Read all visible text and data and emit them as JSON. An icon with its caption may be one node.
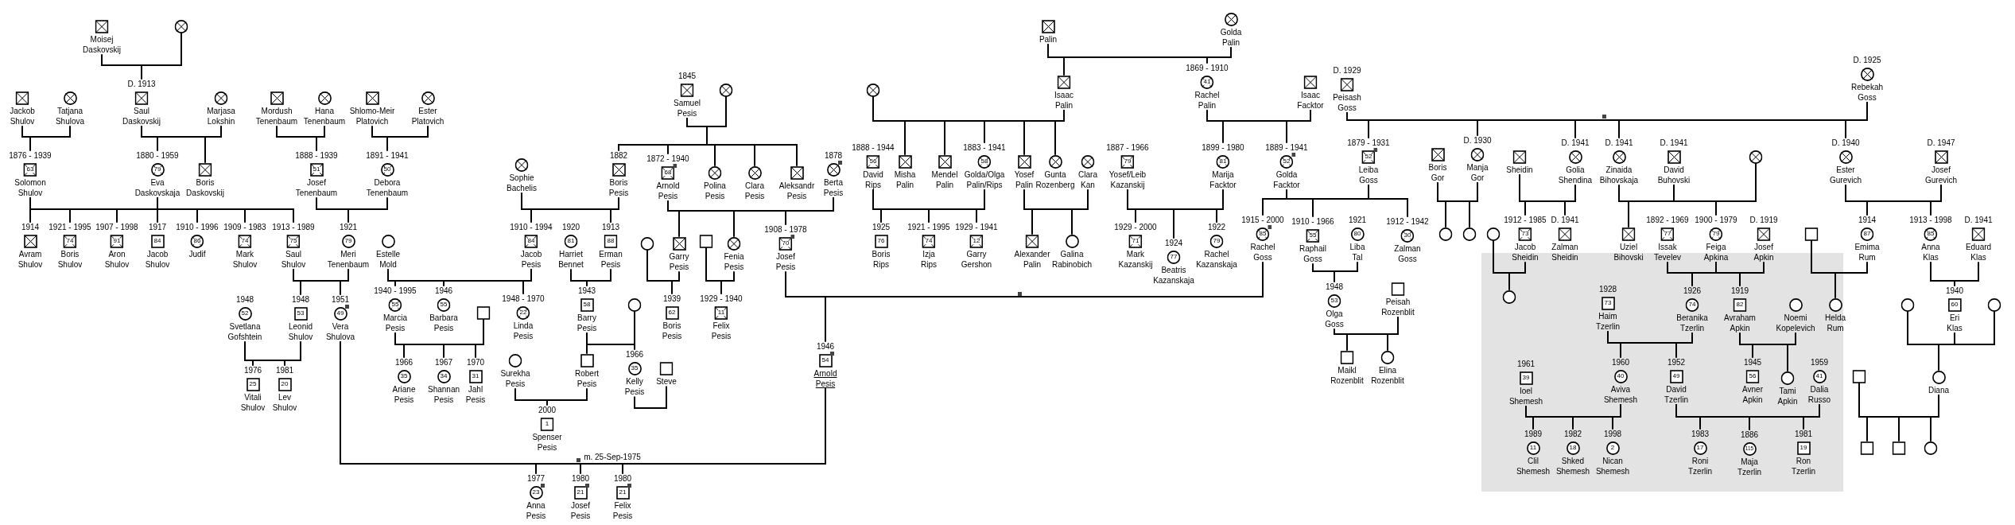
{
  "diagram": {
    "nodes": [
      {
        "text": [
          "Moisej Daskovskij"
        ]
      },
      {
        "text": [],
        "shape": "circle"
      },
      {
        "text": [
          "Palin"
        ]
      },
      {
        "text": [
          "Golda Palin"
        ]
      },
      {
        "text": [
          "Jackob Shulov"
        ]
      },
      {
        "text": [
          "Tatjana Shulova"
        ]
      },
      {
        "text": [
          "Saul Daskovskij"
        ],
        "beside": [
          "D. 1913"
        ]
      },
      {
        "text": [
          "Marjasa Lokshin"
        ]
      },
      {
        "text": [
          "Mordush Tenenbaum"
        ]
      },
      {
        "text": [
          "Hana Tenenbaum"
        ]
      },
      {
        "text": [
          "Shlomo-Meir Platovich"
        ]
      },
      {
        "text": [
          "Ester Platovich"
        ]
      },
      {
        "text": [
          "Samuel Pesis"
        ],
        "beside": [
          "1845"
        ]
      },
      {
        "text": [],
        "shape": "circle"
      },
      {
        "text": [],
        "shape": "circle"
      },
      {
        "text": [
          "Isaac Palin"
        ]
      },
      {
        "text": [
          "41",
          "Rachel Palin"
        ],
        "beside": [
          "1869 - 1910"
        ]
      },
      {
        "text": [
          "Isaac Facktor"
        ]
      },
      {
        "text": [
          "Peisash Goss"
        ],
        "beside": [
          "D. 1929"
        ]
      },
      {
        "text": [
          "Rebekah Goss"
        ],
        "beside": [
          "D. 1925"
        ]
      },
      {
        "text": [
          "63",
          "Solomon Shulov"
        ],
        "beside": [
          "1876 - 1939"
        ]
      },
      {
        "text": [
          "79",
          "Eva Daskovskaja"
        ],
        "beside": [
          "1880 - 1959"
        ]
      },
      {
        "text": [
          "Boris Daskovskij"
        ]
      },
      {
        "text": [
          "51",
          "Josef Tenenbaum"
        ],
        "beside": [
          "1888 - 1939"
        ]
      },
      {
        "text": [
          "50",
          "Debora Tenenbaum"
        ],
        "beside": [
          "1891 - 1941"
        ]
      },
      {
        "text": [
          "Sophie Bachelis"
        ]
      },
      {
        "text": [
          "Boris Pesis"
        ],
        "beside": [
          "1882"
        ]
      },
      {
        "text": [
          "68",
          "Arnold Pesis"
        ],
        "beside": [
          "1872 - 1940"
        ]
      },
      {
        "text": [
          "Polina Pesis"
        ]
      },
      {
        "text": [
          "Clara Pesis"
        ]
      },
      {
        "text": [
          "Aleksandr Pesis"
        ]
      },
      {
        "text": [
          "Berta Pesis"
        ],
        "beside": [
          "1878"
        ]
      },
      {
        "text": [
          "56",
          "David Rips"
        ],
        "beside": [
          "1888 - 1944"
        ]
      },
      {
        "text": [
          "Misha Palin"
        ]
      },
      {
        "text": [
          "Mendel Palin"
        ]
      },
      {
        "text": [
          "58",
          "Golda/Olga Palin/Rips"
        ],
        "beside": [
          "1883 - 1941"
        ]
      },
      {
        "text": [
          "Yosef Palin"
        ]
      },
      {
        "text": [
          "Gunta Rozenberg"
        ]
      },
      {
        "text": [
          "Clara Kan"
        ]
      },
      {
        "text": [
          "79",
          "Yosef/Leib Kazanskij"
        ],
        "beside": [
          "1887 - 1966"
        ]
      },
      {
        "text": [
          "81",
          "Marija Facktor"
        ],
        "beside": [
          "1899 - 1980"
        ]
      },
      {
        "text": [
          "52",
          "Golda Facktor"
        ],
        "beside": [
          "1889 - 1941"
        ]
      },
      {
        "text": [
          "52",
          "Leiba Goss"
        ],
        "beside": [
          "1879 - 1931"
        ]
      },
      {
        "text": [
          "Boris Gor"
        ]
      },
      {
        "text": [
          "Manja Gor"
        ],
        "beside": [
          "D. 1930"
        ]
      },
      {
        "text": [
          "Sheidin"
        ]
      },
      {
        "text": [
          "Golia Shendina"
        ],
        "beside": [
          "D. 1941"
        ]
      },
      {
        "text": [
          "Zinaida Bihovskaja"
        ],
        "beside": [
          "D. 1941"
        ]
      },
      {
        "text": [
          "David Buhovski"
        ],
        "beside": [
          "D. 1941"
        ]
      },
      {
        "text": [],
        "shape": "circle"
      },
      {
        "text": [
          "Ester Gurevich"
        ],
        "beside": [
          "D. 1940"
        ]
      },
      {
        "text": [
          "Josef Gurevich"
        ],
        "beside": [
          "D. 1947"
        ]
      },
      {
        "text": [
          "Avram Shulov"
        ],
        "beside": [
          "1914"
        ]
      },
      {
        "text": [
          "74",
          "Boris Shulov"
        ],
        "beside": [
          "1921 - 1995"
        ]
      },
      {
        "text": [
          "91",
          "Aron Shulov"
        ],
        "beside": [
          "1907 - 1998"
        ]
      },
      {
        "text": [
          "84",
          "Jacob Shulov"
        ],
        "beside": [
          "1917"
        ]
      },
      {
        "text": [
          "86",
          "Judif"
        ],
        "beside": [
          "1910 - 1996"
        ]
      },
      {
        "text": [
          "74",
          "Mark Shulov"
        ],
        "beside": [
          "1909 - 1983"
        ]
      },
      {
        "text": [
          "75",
          "Saul Shulov"
        ],
        "beside": [
          "1913 - 1989"
        ]
      },
      {
        "text": [
          "79",
          "Meri Tenenbaum"
        ],
        "beside": [
          "1921"
        ]
      },
      {
        "text": [
          "Estelle Mold"
        ]
      },
      {
        "text": [
          "84",
          "Jacob Pesis"
        ],
        "beside": [
          "1910 - 1994"
        ]
      },
      {
        "text": [
          "81",
          "Harriet Bennet"
        ],
        "beside": [
          "1920"
        ]
      },
      {
        "text": [
          "88",
          "Erman Pesis"
        ],
        "beside": [
          "1913"
        ]
      },
      {
        "text": [],
        "shape": "circle"
      },
      {
        "text": [
          "Garry Pesis"
        ]
      },
      {
        "text": [],
        "shape": "box"
      },
      {
        "text": [
          "Fenia Pesis"
        ]
      },
      {
        "text": [
          "70",
          "Josef Pesis"
        ],
        "beside": [
          "1908 - 1978"
        ]
      },
      {
        "text": [
          "76",
          "Boris Rips"
        ],
        "beside": [
          "1925"
        ]
      },
      {
        "text": [
          "74",
          "Izja Rips"
        ],
        "beside": [
          "1921 - 1995"
        ]
      },
      {
        "text": [
          "12",
          "Garry Gershon"
        ],
        "beside": [
          "1929 - 1941"
        ]
      },
      {
        "text": [
          "Alexander Palin"
        ]
      },
      {
        "text": [
          "Galina Rabinobich"
        ]
      },
      {
        "text": [
          "71",
          "Mark Kazanskij"
        ],
        "beside": [
          "1929 - 2000"
        ]
      },
      {
        "text": [
          "77",
          "Beatris Kazanskaja"
        ],
        "beside": [
          "1924"
        ]
      },
      {
        "text": [
          "79",
          "Rachel Kazanskaja"
        ],
        "beside": [
          "1922"
        ]
      },
      {
        "text": [
          "85",
          "Rachel Goss"
        ],
        "beside": [
          "1915 - 2000"
        ]
      },
      {
        "text": [
          "55",
          "Raphail Goss"
        ],
        "beside": [
          "1910 - 1966"
        ]
      },
      {
        "text": [
          "80",
          "Liba Tal"
        ],
        "beside": [
          "1921"
        ]
      },
      {
        "text": [
          "30",
          "Zalman Goss"
        ],
        "beside": [
          "1912 - 1942"
        ]
      },
      {
        "text": [],
        "shape": "circle"
      },
      {
        "text": [],
        "shape": "circle"
      },
      {
        "text": [],
        "shape": "circle"
      },
      {
        "text": [
          "73",
          "Jacob Sheidin"
        ],
        "beside": [
          "1912 - 1985"
        ]
      },
      {
        "text": [
          "Zalman Sheidin"
        ],
        "beside": [
          "D. 1941"
        ]
      },
      {
        "text": [
          "Uziel Bihovski"
        ]
      },
      {
        "text": [
          "77",
          "Issak Tevelev"
        ],
        "beside": [
          "1892 - 1969"
        ]
      },
      {
        "text": [
          "79",
          "Feiga Apkina"
        ],
        "beside": [
          "1900 - 1979"
        ]
      },
      {
        "text": [
          "Josef Apkin"
        ],
        "beside": [
          "D. 1919"
        ]
      },
      {
        "text": [],
        "shape": "box"
      },
      {
        "text": [
          "87",
          "Emima Rum"
        ],
        "beside": [
          "1914"
        ]
      },
      {
        "text": [
          "85",
          "Anna Klas"
        ],
        "beside": [
          "1913 - 1998"
        ]
      },
      {
        "text": [
          "Eduard Klas"
        ],
        "beside": [
          "D. 1941"
        ]
      },
      {
        "text": [
          "52",
          "Svetlana Gofshtein"
        ],
        "beside": [
          "1948"
        ]
      },
      {
        "text": [
          "53",
          "Leonid Shulov"
        ],
        "beside": [
          "1948"
        ]
      },
      {
        "text": [
          "49",
          "Vera Shulova"
        ],
        "beside": [
          "1951"
        ]
      },
      {
        "text": [
          "55",
          "Marcia Pesis"
        ],
        "beside": [
          "1940 - 1995"
        ]
      },
      {
        "text": [
          "55",
          "Barbara Pesis"
        ],
        "beside": [
          "1946"
        ]
      },
      {
        "text": [],
        "shape": "box"
      },
      {
        "text": [
          "22",
          "Linda Pesis"
        ],
        "beside": [
          "1948 - 1970"
        ]
      },
      {
        "text": [
          "58",
          "Barry Pesis"
        ],
        "beside": [
          "1943"
        ]
      },
      {
        "text": [],
        "shape": "circle"
      },
      {
        "text": [
          "62",
          "Boris Pesis"
        ],
        "beside": [
          "1939"
        ]
      },
      {
        "text": [
          "11",
          "Felix Pesis"
        ],
        "beside": [
          "1929 - 1940"
        ]
      },
      {
        "text": [
          "53",
          "Olga Goss"
        ],
        "beside": [
          "1948"
        ]
      },
      {
        "text": [
          "Peisah Rozenblit"
        ]
      },
      {
        "text": [],
        "shape": "circle"
      },
      {
        "text": [
          "73",
          "Haim Tzerlin"
        ],
        "beside": [
          "1928"
        ]
      },
      {
        "text": [
          "74",
          "Beranika Tzerlin"
        ],
        "beside": [
          "1926"
        ]
      },
      {
        "text": [
          "82",
          "Avraham Apkin"
        ],
        "beside": [
          "1919"
        ]
      },
      {
        "text": [
          "Noemi Kopelevich"
        ]
      },
      {
        "text": [
          "Helda Rum"
        ]
      },
      {
        "text": [],
        "shape": "circle"
      },
      {
        "text": [
          "60",
          "Eri Klas"
        ],
        "beside": [
          "1940"
        ]
      },
      {
        "text": [],
        "shape": "circle"
      },
      {
        "text": [
          "25",
          "Vitali Shulov"
        ],
        "beside": [
          "1976"
        ]
      },
      {
        "text": [
          "20",
          "Lev Shulov"
        ],
        "beside": [
          "1981"
        ]
      },
      {
        "text": [
          "35",
          "Ariane Pesis"
        ],
        "beside": [
          "1966"
        ]
      },
      {
        "text": [
          "34",
          "Shannan Pesis"
        ],
        "beside": [
          "1967"
        ]
      },
      {
        "text": [
          "31",
          "Jahl Pesis"
        ],
        "beside": [
          "1970"
        ]
      },
      {
        "text": [
          "Surekha Pesis"
        ]
      },
      {
        "text": [
          "Robert Pesis"
        ]
      },
      {
        "text": [
          "35",
          "Kelly Pesis"
        ],
        "beside": [
          "1966"
        ]
      },
      {
        "text": [
          "Steve"
        ]
      },
      {
        "text": [
          "54",
          "Arnold Pesis"
        ],
        "beside": [
          "1946"
        ]
      },
      {
        "text": [
          "Maikl Rozenblit"
        ]
      },
      {
        "text": [
          "Elina Rozenblit"
        ]
      },
      {
        "text": [
          "39",
          "Ioel Shemesh"
        ],
        "beside": [
          "1961"
        ]
      },
      {
        "text": [
          "40",
          "Aviva Shemesh"
        ],
        "beside": [
          "1960"
        ]
      },
      {
        "text": [
          "49",
          "David Tzerlin"
        ],
        "beside": [
          "1952"
        ]
      },
      {
        "text": [
          "56",
          "Avner Apkin"
        ],
        "beside": [
          "1945"
        ]
      },
      {
        "text": [
          "Tami Apkin"
        ]
      },
      {
        "text": [
          "41",
          "Dalia Russo"
        ],
        "beside": [
          "1959"
        ]
      },
      {
        "text": [],
        "shape": "box"
      },
      {
        "text": [
          "Diana"
        ]
      },
      {
        "text": [
          "1",
          "Spenser Pesis"
        ],
        "beside": [
          "2000"
        ]
      },
      {
        "text": [
          "11",
          "Clil Shemesh"
        ],
        "beside": [
          "1989"
        ]
      },
      {
        "text": [
          "18",
          "Shked Shemesh"
        ],
        "beside": [
          "1982"
        ]
      },
      {
        "text": [
          "2",
          "Nican Shemesh"
        ],
        "beside": [
          "1998"
        ]
      },
      {
        "text": [
          "17",
          "Roni Tzerlin"
        ],
        "beside": [
          "1983"
        ]
      },
      {
        "text": [
          "115",
          "Maja Tzerlin"
        ],
        "beside": [
          "1886"
        ]
      },
      {
        "text": [
          "19",
          "Ron Tzerlin"
        ],
        "beside": [
          "1981"
        ]
      },
      {
        "text": [],
        "shape": "box"
      },
      {
        "text": [],
        "shape": "box"
      },
      {
        "text": [],
        "shape": "circle"
      },
      {
        "text": [
          "23",
          "Anna Pesis"
        ],
        "beside": [
          "1977"
        ]
      },
      {
        "text": [
          "21",
          "Josef Pesis"
        ],
        "beside": [
          "1980"
        ]
      },
      {
        "text": [
          "21",
          "Felix Pesis"
        ],
        "beside": [
          "1980"
        ]
      }
    ],
    "edges": [
      {
        "from": 0,
        "to": 1,
        "arrow": "none"
      },
      {
        "from": 0,
        "to": 6,
        "arrow": "none"
      },
      {
        "from": 1,
        "to": 6,
        "arrow": "none"
      },
      {
        "from": 2,
        "to": 3,
        "arrow": "none"
      },
      {
        "from": 2,
        "to": 15,
        "arrow": "none"
      },
      {
        "from": 3,
        "to": 15,
        "arrow": "none"
      },
      {
        "from": 2,
        "to": 16,
        "arrow": "none"
      },
      {
        "from": 3,
        "to": 16,
        "arrow": "none"
      },
      {
        "from": 4,
        "to": 5,
        "arrow": "none"
      },
      {
        "from": 4,
        "to": 20,
        "arrow": "none"
      },
      {
        "from": 5,
        "to": 20,
        "arrow": "none"
      },
      {
        "from": 6,
        "to": 7,
        "arrow": "none"
      },
      {
        "from": 6,
        "to": 21,
        "arrow": "none"
      },
      {
        "from": 7,
        "to": 21,
        "arrow": "none"
      },
      {
        "from": 6,
        "to": 22,
        "arrow": "none"
      },
      {
        "from": 7,
        "to": 22,
        "arrow": "none"
      },
      {
        "from": 8,
        "to": 9,
        "arrow": "none"
      },
      {
        "from": 8,
        "to": 23,
        "arrow": "none"
      },
      {
        "from": 9,
        "to": 23,
        "arrow": "none"
      },
      {
        "from": 10,
        "to": 11,
        "arrow": "none"
      },
      {
        "from": 10,
        "to": 24,
        "arrow": "none"
      },
      {
        "from": 11,
        "to": 24,
        "arrow": "none"
      },
      {
        "from": 12,
        "to": 13,
        "arrow": "none"
      },
      {
        "from": 12,
        "to": 26,
        "arrow": "none"
      },
      {
        "from": 13,
        "to": 26,
        "arrow": "none"
      },
      {
        "from": 12,
        "to": 27,
        "arrow": "none"
      },
      {
        "from": 13,
        "to": 27,
        "arrow": "none"
      },
      {
        "from": 12,
        "to": 28,
        "arrow": "none"
      },
      {
        "from": 13,
        "to": 28,
        "arrow": "none"
      },
      {
        "from": 12,
        "to": 29,
        "arrow": "none"
      },
      {
        "from": 13,
        "to": 29,
        "arrow": "none"
      },
      {
        "from": 12,
        "to": 30,
        "arrow": "none"
      },
      {
        "from": 13,
        "to": 30,
        "arrow": "none"
      },
      {
        "from": 14,
        "to": 15,
        "arrow": "none"
      },
      {
        "from": 14,
        "to": 33,
        "arrow": "none"
      },
      {
        "from": 15,
        "to": 33,
        "arrow": "none"
      },
      {
        "from": 14,
        "to": 34,
        "arrow": "none"
      },
      {
        "from": 15,
        "to": 34,
        "arrow": "none"
      },
      {
        "from": 14,
        "to": 35,
        "arrow": "none"
      },
      {
        "from": 15,
        "to": 35,
        "arrow": "none"
      },
      {
        "from": 14,
        "to": 36,
        "arrow": "none"
      },
      {
        "from": 15,
        "to": 36,
        "arrow": "none"
      },
      {
        "from": 14,
        "to": 37,
        "arrow": "none"
      },
      {
        "from": 15,
        "to": 37,
        "arrow": "none"
      },
      {
        "from": 16,
        "to": 17,
        "arrow": "none"
      },
      {
        "from": 16,
        "to": 40,
        "arrow": "none"
      },
      {
        "from": 17,
        "to": 40,
        "arrow": "none"
      },
      {
        "from": 16,
        "to": 41,
        "arrow": "none"
      },
      {
        "from": 17,
        "to": 41,
        "arrow": "none"
      },
      {
        "from": 18,
        "to": 19,
        "arrow": "none"
      },
      {
        "from": 18,
        "to": 42,
        "arrow": "none"
      },
      {
        "from": 19,
        "to": 42,
        "arrow": "none"
      },
      {
        "from": 18,
        "to": 44,
        "arrow": "none"
      },
      {
        "from": 19,
        "to": 44,
        "arrow": "none"
      },
      {
        "from": 18,
        "to": 46,
        "arrow": "none"
      },
      {
        "from": 19,
        "to": 46,
        "arrow": "none"
      },
      {
        "from": 18,
        "to": 47,
        "arrow": "none"
      },
      {
        "from": 19,
        "to": 47,
        "arrow": "none"
      },
      {
        "from": 18,
        "to": 50,
        "arrow": "none"
      },
      {
        "from": 19,
        "to": 50,
        "arrow": "none"
      },
      {
        "from": 20,
        "to": 21,
        "arrow": "none"
      },
      {
        "from": 20,
        "to": 52,
        "arrow": "none"
      },
      {
        "from": 21,
        "to": 52,
        "arrow": "none"
      },
      {
        "from": 20,
        "to": 53,
        "arrow": "none"
      },
      {
        "from": 21,
        "to": 53,
        "arrow": "none"
      },
      {
        "from": 20,
        "to": 54,
        "arrow": "none"
      },
      {
        "from": 21,
        "to": 54,
        "arrow": "none"
      },
      {
        "from": 20,
        "to": 55,
        "arrow": "none"
      },
      {
        "from": 21,
        "to": 55,
        "arrow": "none"
      },
      {
        "from": 20,
        "to": 56,
        "arrow": "none"
      },
      {
        "from": 21,
        "to": 56,
        "arrow": "none"
      },
      {
        "from": 20,
        "to": 57,
        "arrow": "none"
      },
      {
        "from": 21,
        "to": 57,
        "arrow": "none"
      },
      {
        "from": 20,
        "to": 58,
        "arrow": "none"
      },
      {
        "from": 21,
        "to": 58,
        "arrow": "none"
      },
      {
        "from": 23,
        "to": 24,
        "arrow": "none"
      },
      {
        "from": 23,
        "to": 59,
        "arrow": "none"
      },
      {
        "from": 24,
        "to": 59,
        "arrow": "none"
      },
      {
        "from": 25,
        "to": 26,
        "arrow": "none"
      },
      {
        "from": 25,
        "to": 61,
        "arrow": "none"
      },
      {
        "from": 26,
        "to": 61,
        "arrow": "none"
      },
      {
        "from": 25,
        "to": 63,
        "arrow": "none"
      },
      {
        "from": 26,
        "to": 63,
        "arrow": "none"
      },
      {
        "from": 27,
        "to": 31,
        "arrow": "none"
      },
      {
        "from": 27,
        "to": 65,
        "arrow": "none"
      },
      {
        "from": 31,
        "to": 65,
        "arrow": "none"
      },
      {
        "from": 27,
        "to": 67,
        "arrow": "none"
      },
      {
        "from": 31,
        "to": 67,
        "arrow": "none"
      },
      {
        "from": 27,
        "to": 68,
        "arrow": "none"
      },
      {
        "from": 31,
        "to": 68,
        "arrow": "none"
      },
      {
        "from": 32,
        "to": 35,
        "arrow": "none"
      },
      {
        "from": 32,
        "to": 69,
        "arrow": "none"
      },
      {
        "from": 35,
        "to": 69,
        "arrow": "none"
      },
      {
        "from": 32,
        "to": 70,
        "arrow": "none"
      },
      {
        "from": 35,
        "to": 70,
        "arrow": "none"
      },
      {
        "from": 32,
        "to": 71,
        "arrow": "none"
      },
      {
        "from": 35,
        "to": 71,
        "arrow": "none"
      },
      {
        "from": 36,
        "to": 38,
        "arrow": "none"
      },
      {
        "from": 36,
        "to": 72,
        "arrow": "none"
      },
      {
        "from": 38,
        "to": 72,
        "arrow": "none"
      },
      {
        "from": 36,
        "to": 73,
        "arrow": "none"
      },
      {
        "from": 38,
        "to": 73,
        "arrow": "none"
      },
      {
        "from": 39,
        "to": 40,
        "arrow": "none"
      },
      {
        "from": 39,
        "to": 74,
        "arrow": "none"
      },
      {
        "from": 40,
        "to": 74,
        "arrow": "none"
      },
      {
        "from": 39,
        "to": 75,
        "arrow": "none"
      },
      {
        "from": 40,
        "to": 75,
        "arrow": "none"
      },
      {
        "from": 39,
        "to": 76,
        "arrow": "none"
      },
      {
        "from": 40,
        "to": 76,
        "arrow": "none"
      },
      {
        "from": 41,
        "to": 42,
        "arrow": "none"
      },
      {
        "from": 41,
        "to": 77,
        "arrow": "none"
      },
      {
        "from": 42,
        "to": 77,
        "arrow": "none"
      },
      {
        "from": 41,
        "to": 78,
        "arrow": "none"
      },
      {
        "from": 42,
        "to": 78,
        "arrow": "none"
      },
      {
        "from": 41,
        "to": 80,
        "arrow": "none"
      },
      {
        "from": 42,
        "to": 80,
        "arrow": "none"
      },
      {
        "from": 43,
        "to": 44,
        "arrow": "none"
      },
      {
        "from": 43,
        "to": 81,
        "arrow": "none"
      },
      {
        "from": 44,
        "to": 81,
        "arrow": "none"
      },
      {
        "from": 43,
        "to": 82,
        "arrow": "none"
      },
      {
        "from": 44,
        "to": 82,
        "arrow": "none"
      },
      {
        "from": 45,
        "to": 46,
        "arrow": "none"
      },
      {
        "from": 45,
        "to": 84,
        "arrow": "none"
      },
      {
        "from": 46,
        "to": 84,
        "arrow": "none"
      },
      {
        "from": 45,
        "to": 85,
        "arrow": "none"
      },
      {
        "from": 46,
        "to": 85,
        "arrow": "none"
      },
      {
        "from": 47,
        "to": 48,
        "arrow": "none"
      },
      {
        "from": 47,
        "to": 86,
        "arrow": "none"
      },
      {
        "from": 48,
        "to": 86,
        "arrow": "none"
      },
      {
        "from": 48,
        "to": 49,
        "arrow": "none"
      },
      {
        "from": 48,
        "to": 88,
        "arrow": "none"
      },
      {
        "from": 49,
        "to": 88,
        "arrow": "none"
      },
      {
        "from": 50,
        "to": 51,
        "arrow": "none"
      },
      {
        "from": 50,
        "to": 91,
        "arrow": "none"
      },
      {
        "from": 51,
        "to": 91,
        "arrow": "none"
      },
      {
        "from": 50,
        "to": 92,
        "arrow": "none"
      },
      {
        "from": 51,
        "to": 92,
        "arrow": "none"
      },
      {
        "from": 58,
        "to": 59,
        "arrow": "none"
      },
      {
        "from": 58,
        "to": 95,
        "arrow": "none"
      },
      {
        "from": 59,
        "to": 95,
        "arrow": "none"
      },
      {
        "from": 58,
        "to": 96,
        "arrow": "none"
      },
      {
        "from": 59,
        "to": 96,
        "arrow": "none"
      },
      {
        "from": 60,
        "to": 61,
        "arrow": "none"
      },
      {
        "from": 60,
        "to": 97,
        "arrow": "none"
      },
      {
        "from": 61,
        "to": 97,
        "arrow": "none"
      },
      {
        "from": 60,
        "to": 98,
        "arrow": "none"
      },
      {
        "from": 61,
        "to": 98,
        "arrow": "none"
      },
      {
        "from": 60,
        "to": 100,
        "arrow": "none"
      },
      {
        "from": 61,
        "to": 100,
        "arrow": "none"
      },
      {
        "from": 62,
        "to": 63,
        "arrow": "none"
      },
      {
        "from": 62,
        "to": 101,
        "arrow": "none"
      },
      {
        "from": 63,
        "to": 101,
        "arrow": "none"
      },
      {
        "from": 64,
        "to": 65,
        "arrow": "none"
      },
      {
        "from": 64,
        "to": 103,
        "arrow": "none"
      },
      {
        "from": 65,
        "to": 103,
        "arrow": "none"
      },
      {
        "from": 66,
        "to": 67,
        "arrow": "none"
      },
      {
        "from": 66,
        "to": 104,
        "arrow": "none"
      },
      {
        "from": 67,
        "to": 104,
        "arrow": "none"
      },
      {
        "from": 68,
        "to": 77,
        "arrow": "none"
      },
      {
        "from": 68,
        "to": 125,
        "arrow": "none"
      },
      {
        "from": 77,
        "to": 125,
        "arrow": "none"
      },
      {
        "from": 78,
        "to": 79,
        "arrow": "none"
      },
      {
        "from": 78,
        "to": 105,
        "arrow": "none"
      },
      {
        "from": 79,
        "to": 105,
        "arrow": "none"
      },
      {
        "from": 83,
        "to": 84,
        "arrow": "none"
      },
      {
        "from": 83,
        "to": 107,
        "arrow": "none"
      },
      {
        "from": 84,
        "to": 107,
        "arrow": "none"
      },
      {
        "from": 87,
        "to": 88,
        "arrow": "none"
      },
      {
        "from": 87,
        "to": 109,
        "arrow": "none"
      },
      {
        "from": 88,
        "to": 109,
        "arrow": "none"
      },
      {
        "from": 88,
        "to": 89,
        "arrow": "none"
      },
      {
        "from": 88,
        "to": 110,
        "arrow": "none"
      },
      {
        "from": 89,
        "to": 110,
        "arrow": "none"
      },
      {
        "from": 90,
        "to": 91,
        "arrow": "none"
      },
      {
        "from": 90,
        "to": 112,
        "arrow": "none"
      },
      {
        "from": 91,
        "to": 112,
        "arrow": "none"
      },
      {
        "from": 92,
        "to": 93,
        "arrow": "none"
      },
      {
        "from": 92,
        "to": 114,
        "arrow": "none"
      },
      {
        "from": 93,
        "to": 114,
        "arrow": "none"
      },
      {
        "from": 94,
        "to": 95,
        "arrow": "none"
      },
      {
        "from": 94,
        "to": 116,
        "arrow": "none"
      },
      {
        "from": 95,
        "to": 116,
        "arrow": "none"
      },
      {
        "from": 94,
        "to": 117,
        "arrow": "none"
      },
      {
        "from": 95,
        "to": 117,
        "arrow": "none"
      },
      {
        "from": 96,
        "to": 125,
        "arrow": "none",
        "label": "m. 25-Sep-1975"
      },
      {
        "from": 96,
        "to": 146,
        "arrow": "none"
      },
      {
        "from": 125,
        "to": 146,
        "arrow": "none"
      },
      {
        "from": 96,
        "to": 147,
        "arrow": "none"
      },
      {
        "from": 125,
        "to": 147,
        "arrow": "none"
      },
      {
        "from": 96,
        "to": 148,
        "arrow": "none"
      },
      {
        "from": 125,
        "to": 148,
        "arrow": "none"
      },
      {
        "from": 97,
        "to": 99,
        "arrow": "none"
      },
      {
        "from": 97,
        "to": 118,
        "arrow": "none"
      },
      {
        "from": 99,
        "to": 118,
        "arrow": "none"
      },
      {
        "from": 97,
        "to": 119,
        "arrow": "none"
      },
      {
        "from": 99,
        "to": 119,
        "arrow": "none"
      },
      {
        "from": 97,
        "to": 120,
        "arrow": "none"
      },
      {
        "from": 99,
        "to": 120,
        "arrow": "none"
      },
      {
        "from": 101,
        "to": 102,
        "arrow": "none"
      },
      {
        "from": 101,
        "to": 122,
        "arrow": "none"
      },
      {
        "from": 102,
        "to": 122,
        "arrow": "none"
      },
      {
        "from": 101,
        "to": 123,
        "arrow": "none"
      },
      {
        "from": 102,
        "to": 123,
        "arrow": "none"
      },
      {
        "from": 105,
        "to": 106,
        "arrow": "none"
      },
      {
        "from": 105,
        "to": 126,
        "arrow": "none"
      },
      {
        "from": 106,
        "to": 126,
        "arrow": "none"
      },
      {
        "from": 105,
        "to": 127,
        "arrow": "none"
      },
      {
        "from": 106,
        "to": 127,
        "arrow": "none"
      },
      {
        "from": 108,
        "to": 109,
        "arrow": "none"
      },
      {
        "from": 108,
        "to": 129,
        "arrow": "none"
      },
      {
        "from": 109,
        "to": 129,
        "arrow": "none"
      },
      {
        "from": 108,
        "to": 130,
        "arrow": "none"
      },
      {
        "from": 109,
        "to": 130,
        "arrow": "none"
      },
      {
        "from": 110,
        "to": 111,
        "arrow": "none"
      },
      {
        "from": 110,
        "to": 131,
        "arrow": "none"
      },
      {
        "from": 111,
        "to": 131,
        "arrow": "none"
      },
      {
        "from": 110,
        "to": 132,
        "arrow": "none"
      },
      {
        "from": 111,
        "to": 132,
        "arrow": "none"
      },
      {
        "from": 113,
        "to": 114,
        "arrow": "none"
      },
      {
        "from": 113,
        "to": 135,
        "arrow": "none"
      },
      {
        "from": 114,
        "to": 135,
        "arrow": "none"
      },
      {
        "from": 114,
        "to": 115,
        "arrow": "none"
      },
      {
        "from": 121,
        "to": 122,
        "arrow": "none"
      },
      {
        "from": 121,
        "to": 136,
        "arrow": "none"
      },
      {
        "from": 122,
        "to": 136,
        "arrow": "none"
      },
      {
        "from": 123,
        "to": 124,
        "arrow": "none"
      },
      {
        "from": 128,
        "to": 129,
        "arrow": "none"
      },
      {
        "from": 128,
        "to": 137,
        "arrow": "none"
      },
      {
        "from": 129,
        "to": 137,
        "arrow": "none"
      },
      {
        "from": 128,
        "to": 138,
        "arrow": "none"
      },
      {
        "from": 129,
        "to": 138,
        "arrow": "none"
      },
      {
        "from": 128,
        "to": 139,
        "arrow": "none"
      },
      {
        "from": 129,
        "to": 139,
        "arrow": "none"
      },
      {
        "from": 130,
        "to": 133,
        "arrow": "none"
      },
      {
        "from": 130,
        "to": 140,
        "arrow": "none"
      },
      {
        "from": 133,
        "to": 140,
        "arrow": "none"
      },
      {
        "from": 130,
        "to": 141,
        "arrow": "none"
      },
      {
        "from": 133,
        "to": 141,
        "arrow": "none"
      },
      {
        "from": 130,
        "to": 142,
        "arrow": "none"
      },
      {
        "from": 133,
        "to": 142,
        "arrow": "none"
      },
      {
        "from": 134,
        "to": 135,
        "arrow": "none"
      },
      {
        "from": 134,
        "to": 143,
        "arrow": "none"
      },
      {
        "from": 135,
        "to": 143,
        "arrow": "none"
      },
      {
        "from": 134,
        "to": 144,
        "arrow": "none"
      },
      {
        "from": 135,
        "to": 144,
        "arrow": "none"
      },
      {
        "from": 134,
        "to": 145,
        "arrow": "none"
      },
      {
        "from": 135,
        "to": 145,
        "arrow": "none"
      }
    ]
  }
}
